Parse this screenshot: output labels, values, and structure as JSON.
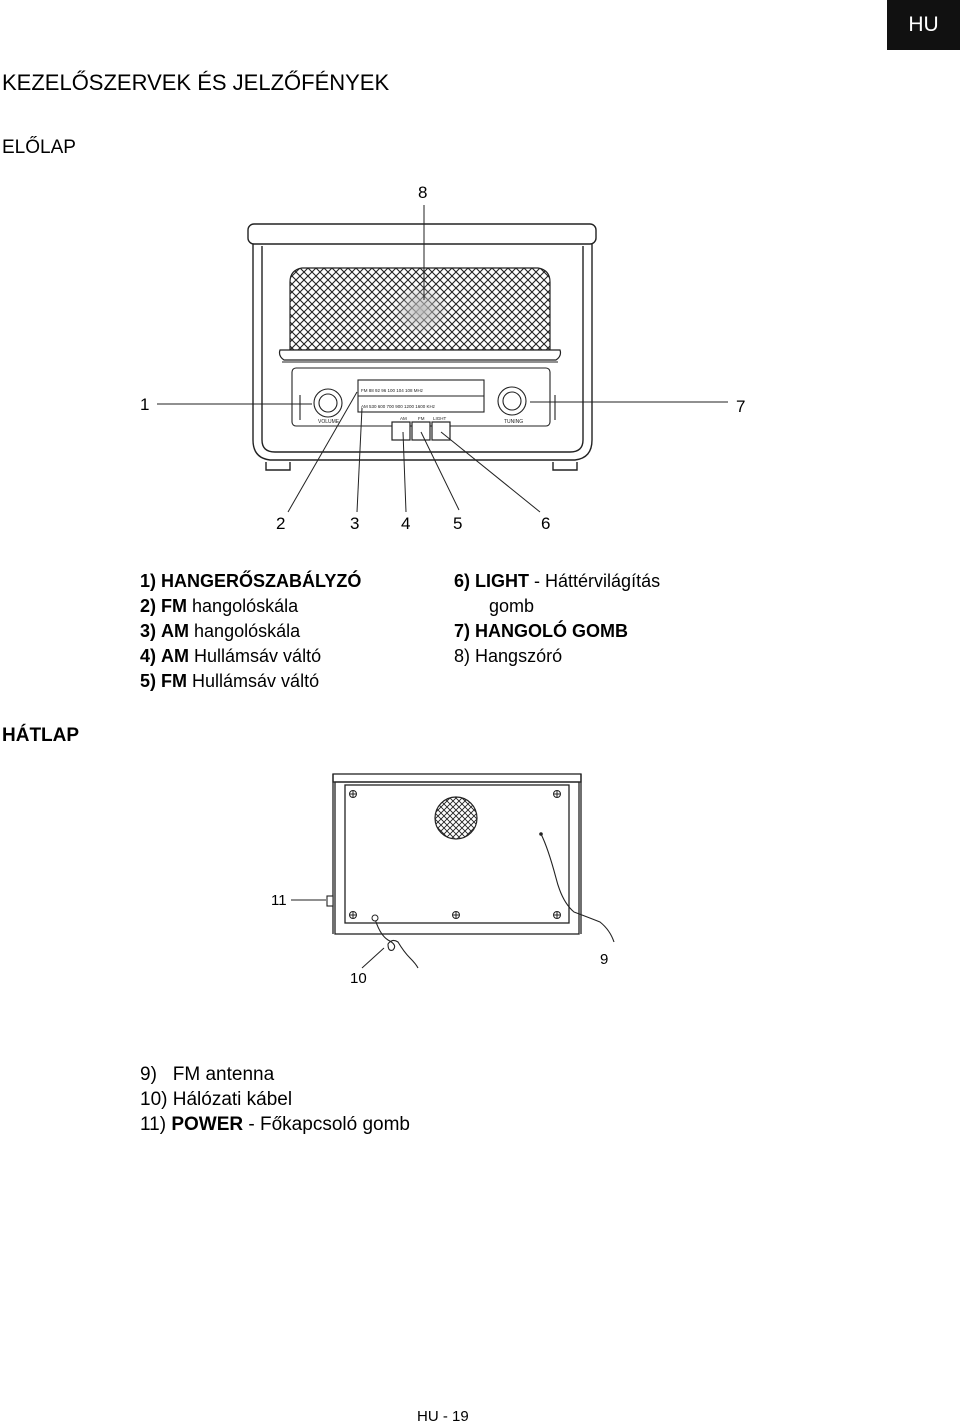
{
  "lang_badge": "HU",
  "title": "KEZELŐSZERVEK ÉS JELZŐFÉNYEK",
  "front": {
    "heading": "ELŐLAP",
    "callouts": {
      "c8": "8",
      "c1": "1",
      "c7": "7",
      "c2": "2",
      "c3": "3",
      "c4": "4",
      "c5": "5",
      "c6": "6"
    },
    "dial": {
      "fm_scale": "FM  88   92   96  100  104  108  MHz",
      "am_scale": "AM 530  600  700  900  1200  1600  KHz",
      "volume": "VOLUME",
      "tuning": "TUNING",
      "btn_am": "AM",
      "btn_fm": "FM",
      "btn_light": "LIGHT"
    },
    "items_left": [
      {
        "num": "1)",
        "bold": "HANGERŐSZABÁLYZÓ",
        "text": ""
      },
      {
        "num": "2)",
        "bold": "FM",
        "text": " hangolóskála"
      },
      {
        "num": "3)",
        "bold": "AM",
        "text": " hangolóskála"
      },
      {
        "num": "4)",
        "bold": "AM",
        "text": " Hullámsáv váltó"
      },
      {
        "num": "5)",
        "bold": "FM",
        "text": " Hullámsáv váltó"
      }
    ],
    "items_right": [
      {
        "num": "6)",
        "bold": "LIGHT",
        "text": " - Háttérvilágítás"
      },
      {
        "num": "",
        "bold": "",
        "text": "gomb"
      },
      {
        "num": "7)",
        "bold": "HANGOLÓ GOMB",
        "text": ""
      },
      {
        "num": "8)",
        "bold": "",
        "text": "Hangszóró"
      }
    ]
  },
  "back": {
    "heading": "HÁTLAP",
    "callouts": {
      "c9": "9",
      "c10": "10",
      "c11": "11"
    },
    "items": [
      {
        "num": "9)",
        "bold": "",
        "text": "FM antenna"
      },
      {
        "num": "10)",
        "bold": "",
        "text": "Hálózati kábel"
      },
      {
        "num": "11)",
        "bold": "POWER",
        "text": " - Főkapcsoló gomb"
      }
    ]
  },
  "page_number": "HU - 19"
}
